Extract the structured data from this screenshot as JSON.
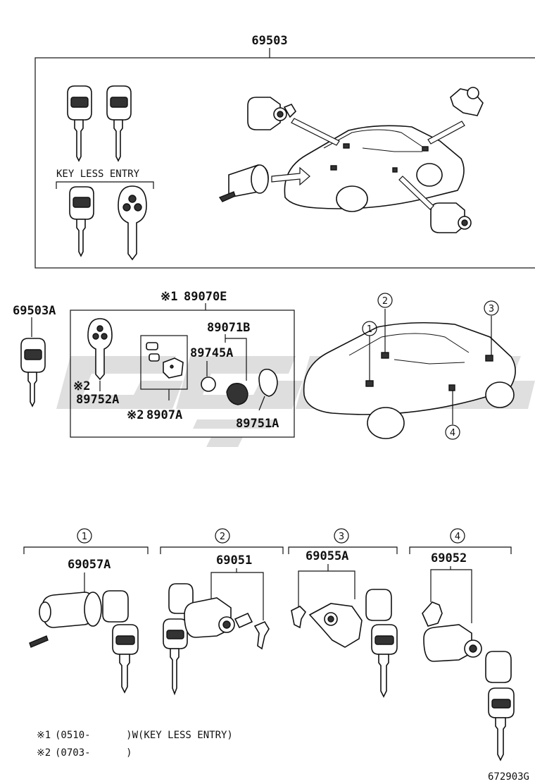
{
  "parts": {
    "p69503": "69503",
    "key_less_entry": "KEY LESS ENTRY",
    "p69503A": "69503A",
    "p89070E": "89070E",
    "p89070E_mark": "※1",
    "p89071B": "89071B",
    "p89745A": "89745A",
    "p89752A": "89752A",
    "p89752A_mark": "※2",
    "p89907A": "8907A",
    "p89907A_mark": "※2",
    "p89751A": "89751A",
    "p69057A": "69057A",
    "p69051": "69051",
    "p69055A": "69055A",
    "p69052": "69052"
  },
  "callouts": [
    "1",
    "2",
    "3",
    "4"
  ],
  "notes": [
    {
      "mark": "※1",
      "text": "(0510-      )W(KEY LESS ENTRY)"
    },
    {
      "mark": "※2",
      "text": "(0703-      )"
    }
  ],
  "diagram_code": "672903G",
  "colors": {
    "line": "#111111",
    "watermark": "#d8d8d8",
    "background": "#ffffff"
  }
}
